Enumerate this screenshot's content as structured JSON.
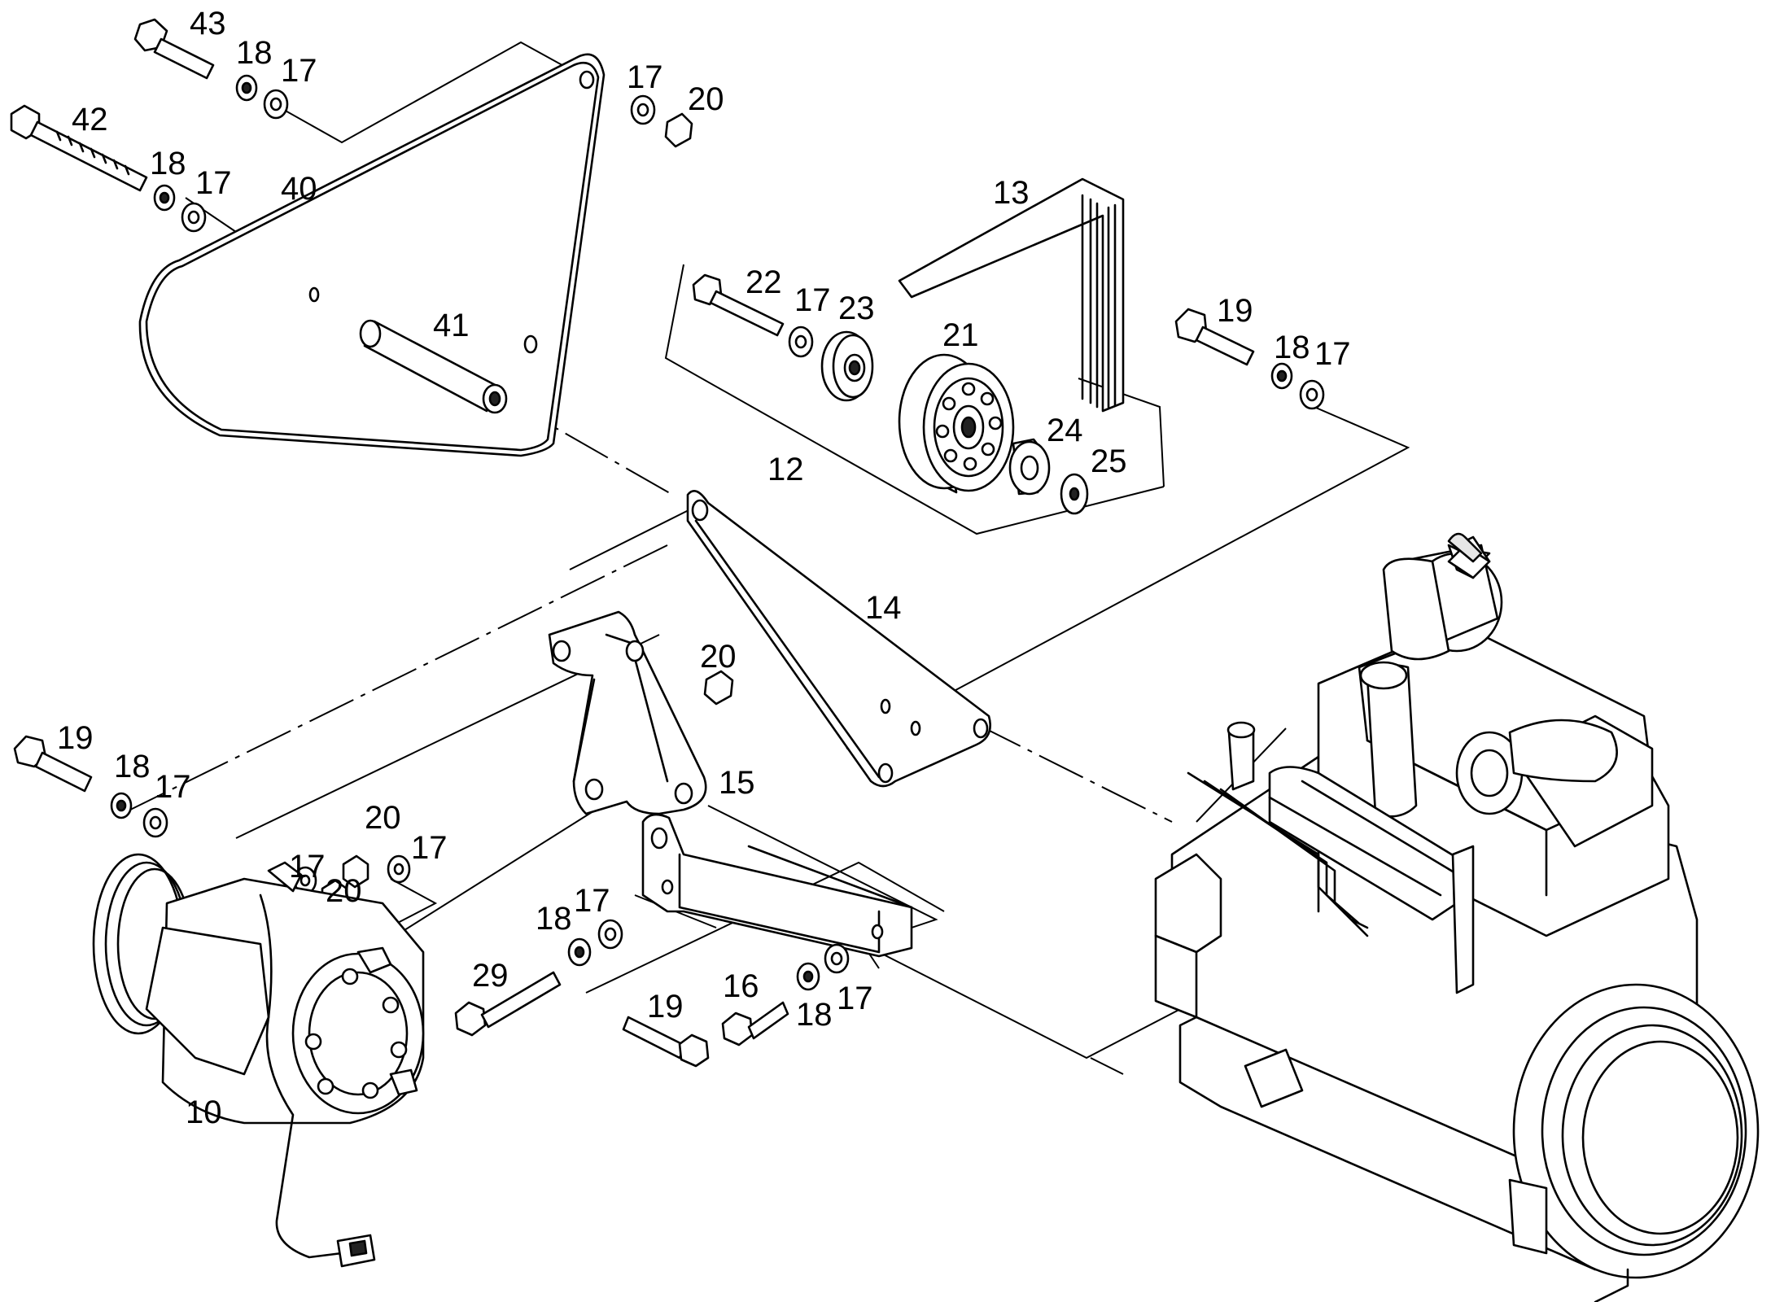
{
  "callouts": {
    "c43": "43",
    "c18a": "18",
    "c17a": "17",
    "c17b": "17",
    "c20a": "20",
    "c42": "42",
    "c18b": "18",
    "c17c": "17",
    "c40": "40",
    "c13": "13",
    "c22": "22",
    "c17d": "17",
    "c23": "23",
    "c21": "21",
    "c41": "41",
    "c19a": "19",
    "c18c": "18",
    "c17e": "17",
    "c24": "24",
    "c25": "25",
    "c12": "12",
    "c14": "14",
    "c20b": "20",
    "c19b": "19",
    "c18d": "18",
    "c17f": "17",
    "c15": "15",
    "c20c": "20",
    "c17g": "17",
    "c17h": "17",
    "c20d": "20",
    "c17i": "17",
    "c18e": "18",
    "c29": "29",
    "c16": "16",
    "c17j": "17",
    "c18f": "18",
    "c19c": "19",
    "c10": "10"
  }
}
